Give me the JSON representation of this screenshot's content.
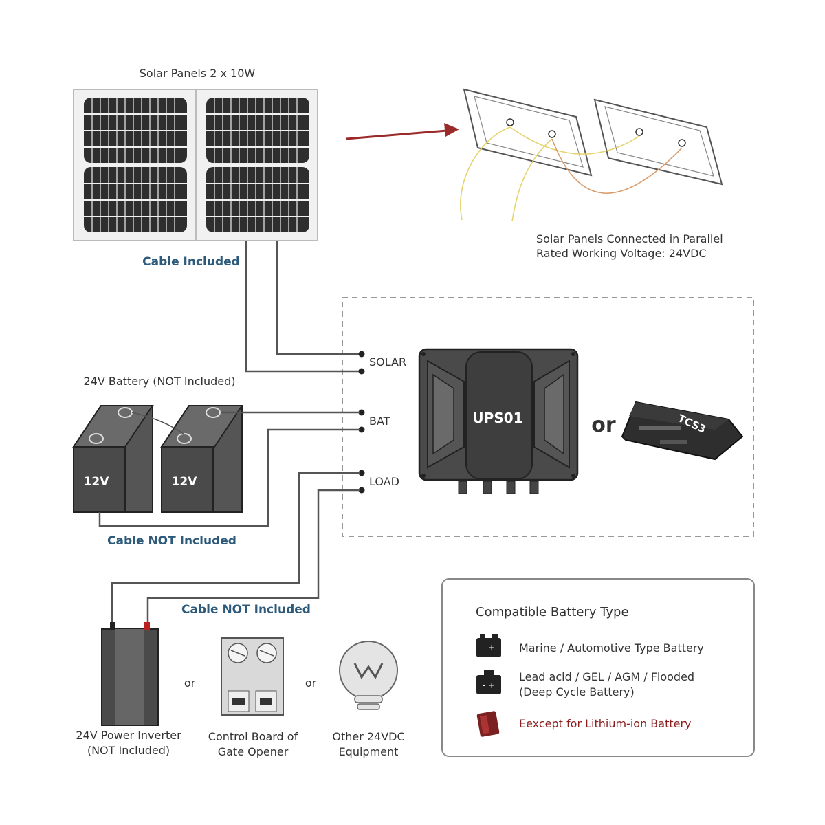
{
  "solar": {
    "title": "Solar Panels 2 x 10W",
    "cable": "Cable Included",
    "parallel_line1": "Solar Panels Connected in Parallel",
    "parallel_line2": "Rated Working Voltage: 24VDC"
  },
  "battery": {
    "title": "24V Battery (NOT Included)",
    "cell_label": "12V",
    "cable": "Cable NOT Included"
  },
  "terminals": {
    "solar": "SOLAR",
    "bat": "BAT",
    "load": "LOAD"
  },
  "controller": {
    "main": "UPS01",
    "or": "or",
    "alt": "TCS3"
  },
  "load": {
    "cable": "Cable NOT Included",
    "or": "or",
    "inverter_line1": "24V Power Inverter",
    "inverter_line2": "(NOT Included)",
    "gate_line1": "Control Board of",
    "gate_line2": "Gate Opener",
    "other_line1": "Other 24VDC",
    "other_line2": "Equipment"
  },
  "compat": {
    "title": "Compatible Battery Type",
    "item1": "Marine / Automotive Type Battery",
    "item2_line1": "Lead acid / GEL / AGM / Flooded",
    "item2_line2": "(Deep Cycle Battery)",
    "item3": "Eexcept for Lithium-ion Battery"
  },
  "colors": {
    "accent_blue": "#2d5a7b",
    "warning_red": "#8b2020",
    "device_dark": "#4a4a4a"
  }
}
